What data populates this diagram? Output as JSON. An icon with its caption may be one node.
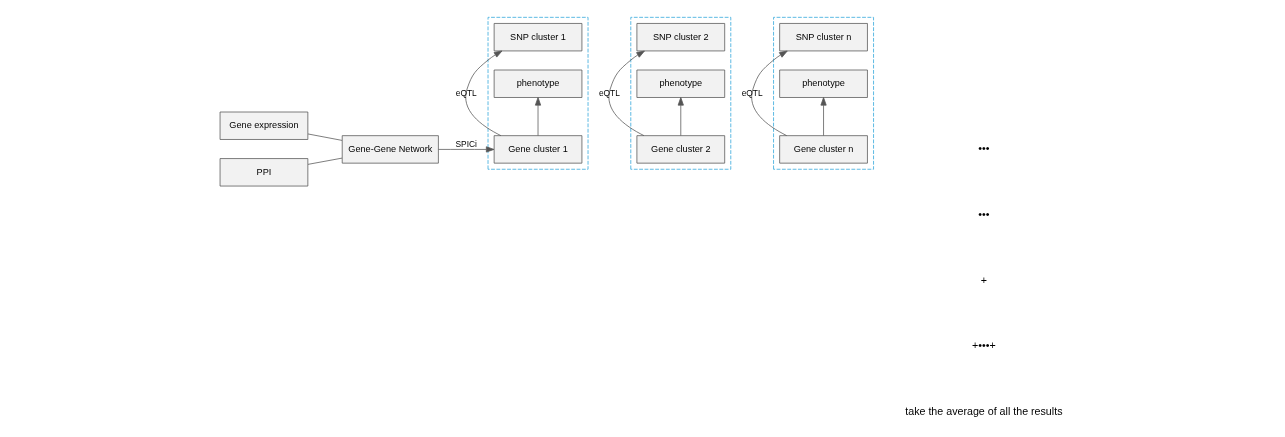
{
  "diagram": {
    "nodes": [
      {
        "text": [
          "Gene expression"
        ]
      },
      {
        "text": [
          "PPI"
        ]
      },
      {
        "text": [
          "Gene-Gene Network"
        ]
      },
      {
        "text": [],
        "shape": "box"
      },
      {
        "text": [
          "SNP cluster 1"
        ],
        "in": 3
      },
      {
        "text": [
          "Gene cluster 1"
        ],
        "in": 3
      },
      {
        "text": [
          "phenotype"
        ],
        "in": 3
      },
      {
        "text": [],
        "shape": "box"
      },
      {
        "text": [
          "SNP cluster 2"
        ],
        "in": 7
      },
      {
        "text": [
          "Gene cluster 2"
        ],
        "in": 7
      },
      {
        "text": [
          "phenotype"
        ],
        "in": 7
      },
      {
        "text": [],
        "shape": "box"
      },
      {
        "text": [
          "SNP cluster n"
        ],
        "in": 11
      },
      {
        "text": [
          "Gene cluster n"
        ],
        "in": 11
      },
      {
        "text": [
          "phenotype"
        ],
        "in": 11
      }
    ],
    "edges": [
      {
        "from": 0,
        "to": 2,
        "arrow": "none"
      },
      {
        "from": 1,
        "to": 2,
        "arrow": "none"
      },
      {
        "from": 2,
        "to": 5,
        "arrow": "to",
        "label": "SPICi"
      },
      {
        "from": 5,
        "to": 4,
        "arrow": "to",
        "label": "eQTL"
      },
      {
        "from": 5,
        "to": 6,
        "arrow": "to"
      },
      {
        "from": 9,
        "to": 8,
        "arrow": "to",
        "label": "eQTL"
      },
      {
        "from": 9,
        "to": 10,
        "arrow": "to"
      },
      {
        "from": 13,
        "to": 12,
        "arrow": "to",
        "label": "eQTL"
      },
      {
        "from": 13,
        "to": 14,
        "arrow": "to"
      }
    ],
    "labels": [
      "•••",
      "•••",
      "+",
      "+•••+",
      "take the average of all the results"
    ]
  }
}
